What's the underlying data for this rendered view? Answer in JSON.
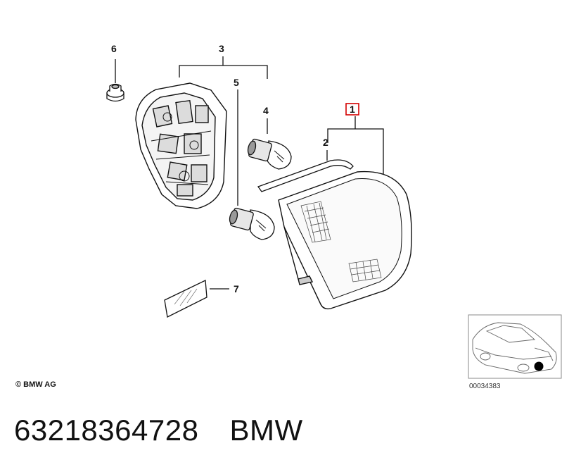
{
  "callouts": [
    "6",
    "3",
    "5",
    "4",
    "1",
    "2",
    "7"
  ],
  "highlighted_callout": "1",
  "highlight_color": "#d40000",
  "copyright": "© BMW AG",
  "diagram_ref": "00034383",
  "caption": {
    "part_number": "63218364728",
    "brand": "BMW"
  }
}
